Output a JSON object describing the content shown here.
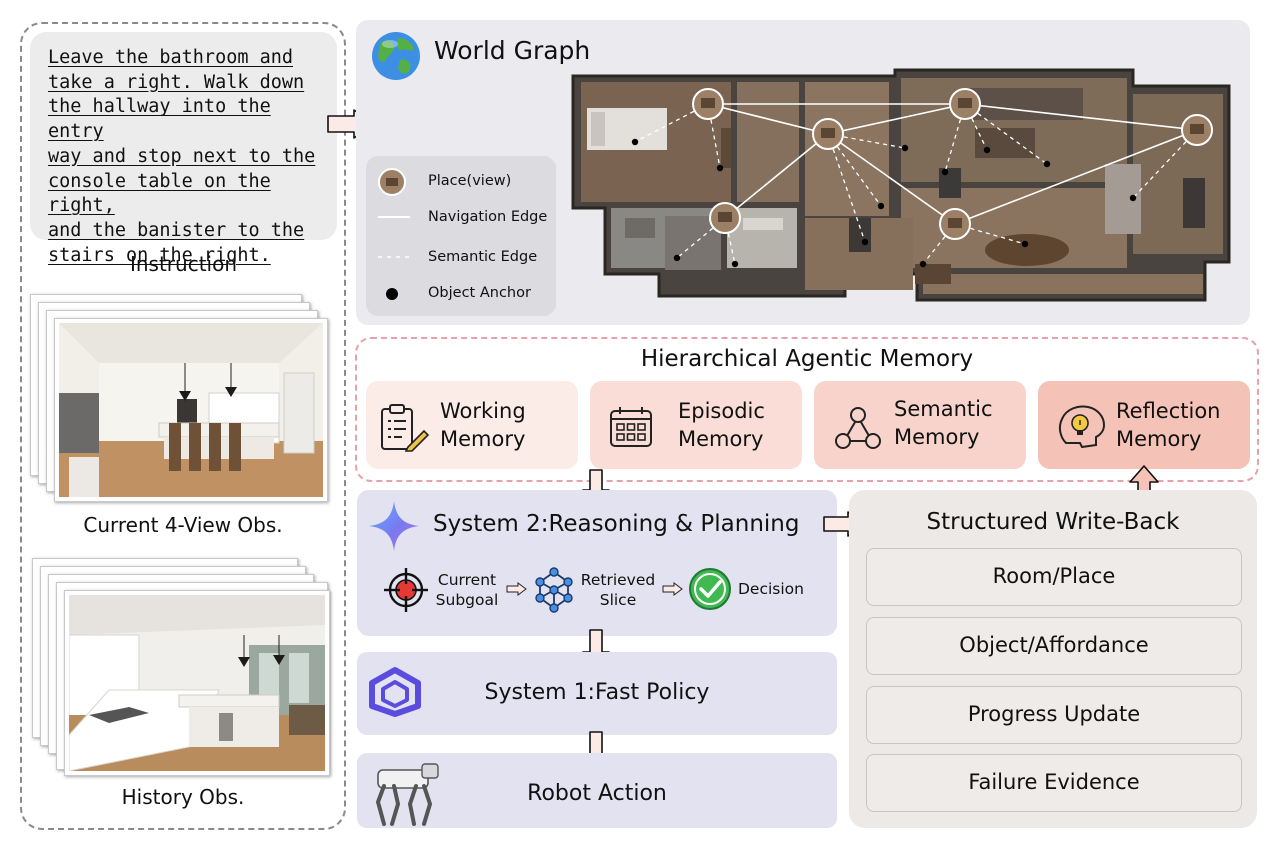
{
  "instruction": {
    "lines": [
      "Leave the bathroom and",
      "take a right. Walk down",
      "the hallway into the entry",
      "way and stop next to the",
      "console table on the right,",
      "and the banister to the",
      "stairs on the right."
    ],
    "caption": "Instruction"
  },
  "current_obs": {
    "caption": "Current 4-View Obs."
  },
  "history_obs": {
    "caption": "History Obs."
  },
  "world_graph": {
    "title": "World Graph",
    "icon": "globe-icon",
    "legend": {
      "place": "Place(view)",
      "navigation_edge": "Navigation Edge",
      "semantic_edge": "Semantic Edge",
      "object_anchor": "Object Anchor"
    }
  },
  "memory": {
    "title": "Hierarchical Agentic Memory",
    "items": [
      {
        "line1": "Working",
        "line2": "Memory",
        "icon": "clipboard-icon",
        "color": "#fbece8"
      },
      {
        "line1": "Episodic",
        "line2": "Memory",
        "icon": "calendar-icon",
        "color": "#f9ddd6"
      },
      {
        "line1": "Semantic",
        "line2": "Memory",
        "icon": "graph-nodes-icon",
        "color": "#f7d3cb"
      },
      {
        "line1": "Reflection",
        "line2": "Memory",
        "icon": "lightbulb-head-icon",
        "color": "#f4c2b6"
      }
    ]
  },
  "system2": {
    "title": "System 2:Reasoning & Planning",
    "steps": [
      {
        "line1": "Current",
        "line2": "Subgoal",
        "icon": "target-icon"
      },
      {
        "line1": "Retrieved",
        "line2": "Slice",
        "icon": "network-icon"
      },
      {
        "line1": "Decision",
        "line2": "",
        "icon": "check-circle-icon"
      }
    ]
  },
  "system1": {
    "title": "System 1:Fast Policy"
  },
  "robot": {
    "title": "Robot Action"
  },
  "write_back": {
    "title": "Structured Write-Back",
    "items": [
      "Room/Place",
      "Object/Affordance",
      "Progress Update",
      "Failure Evidence"
    ]
  },
  "colors": {
    "panel_gray": "#ebeaef",
    "system_lavender": "#e3e2f0",
    "writeback_beige": "#ece9e6",
    "memory_border": "#e8a0aa",
    "arrow_fill": "#fbeae6"
  }
}
